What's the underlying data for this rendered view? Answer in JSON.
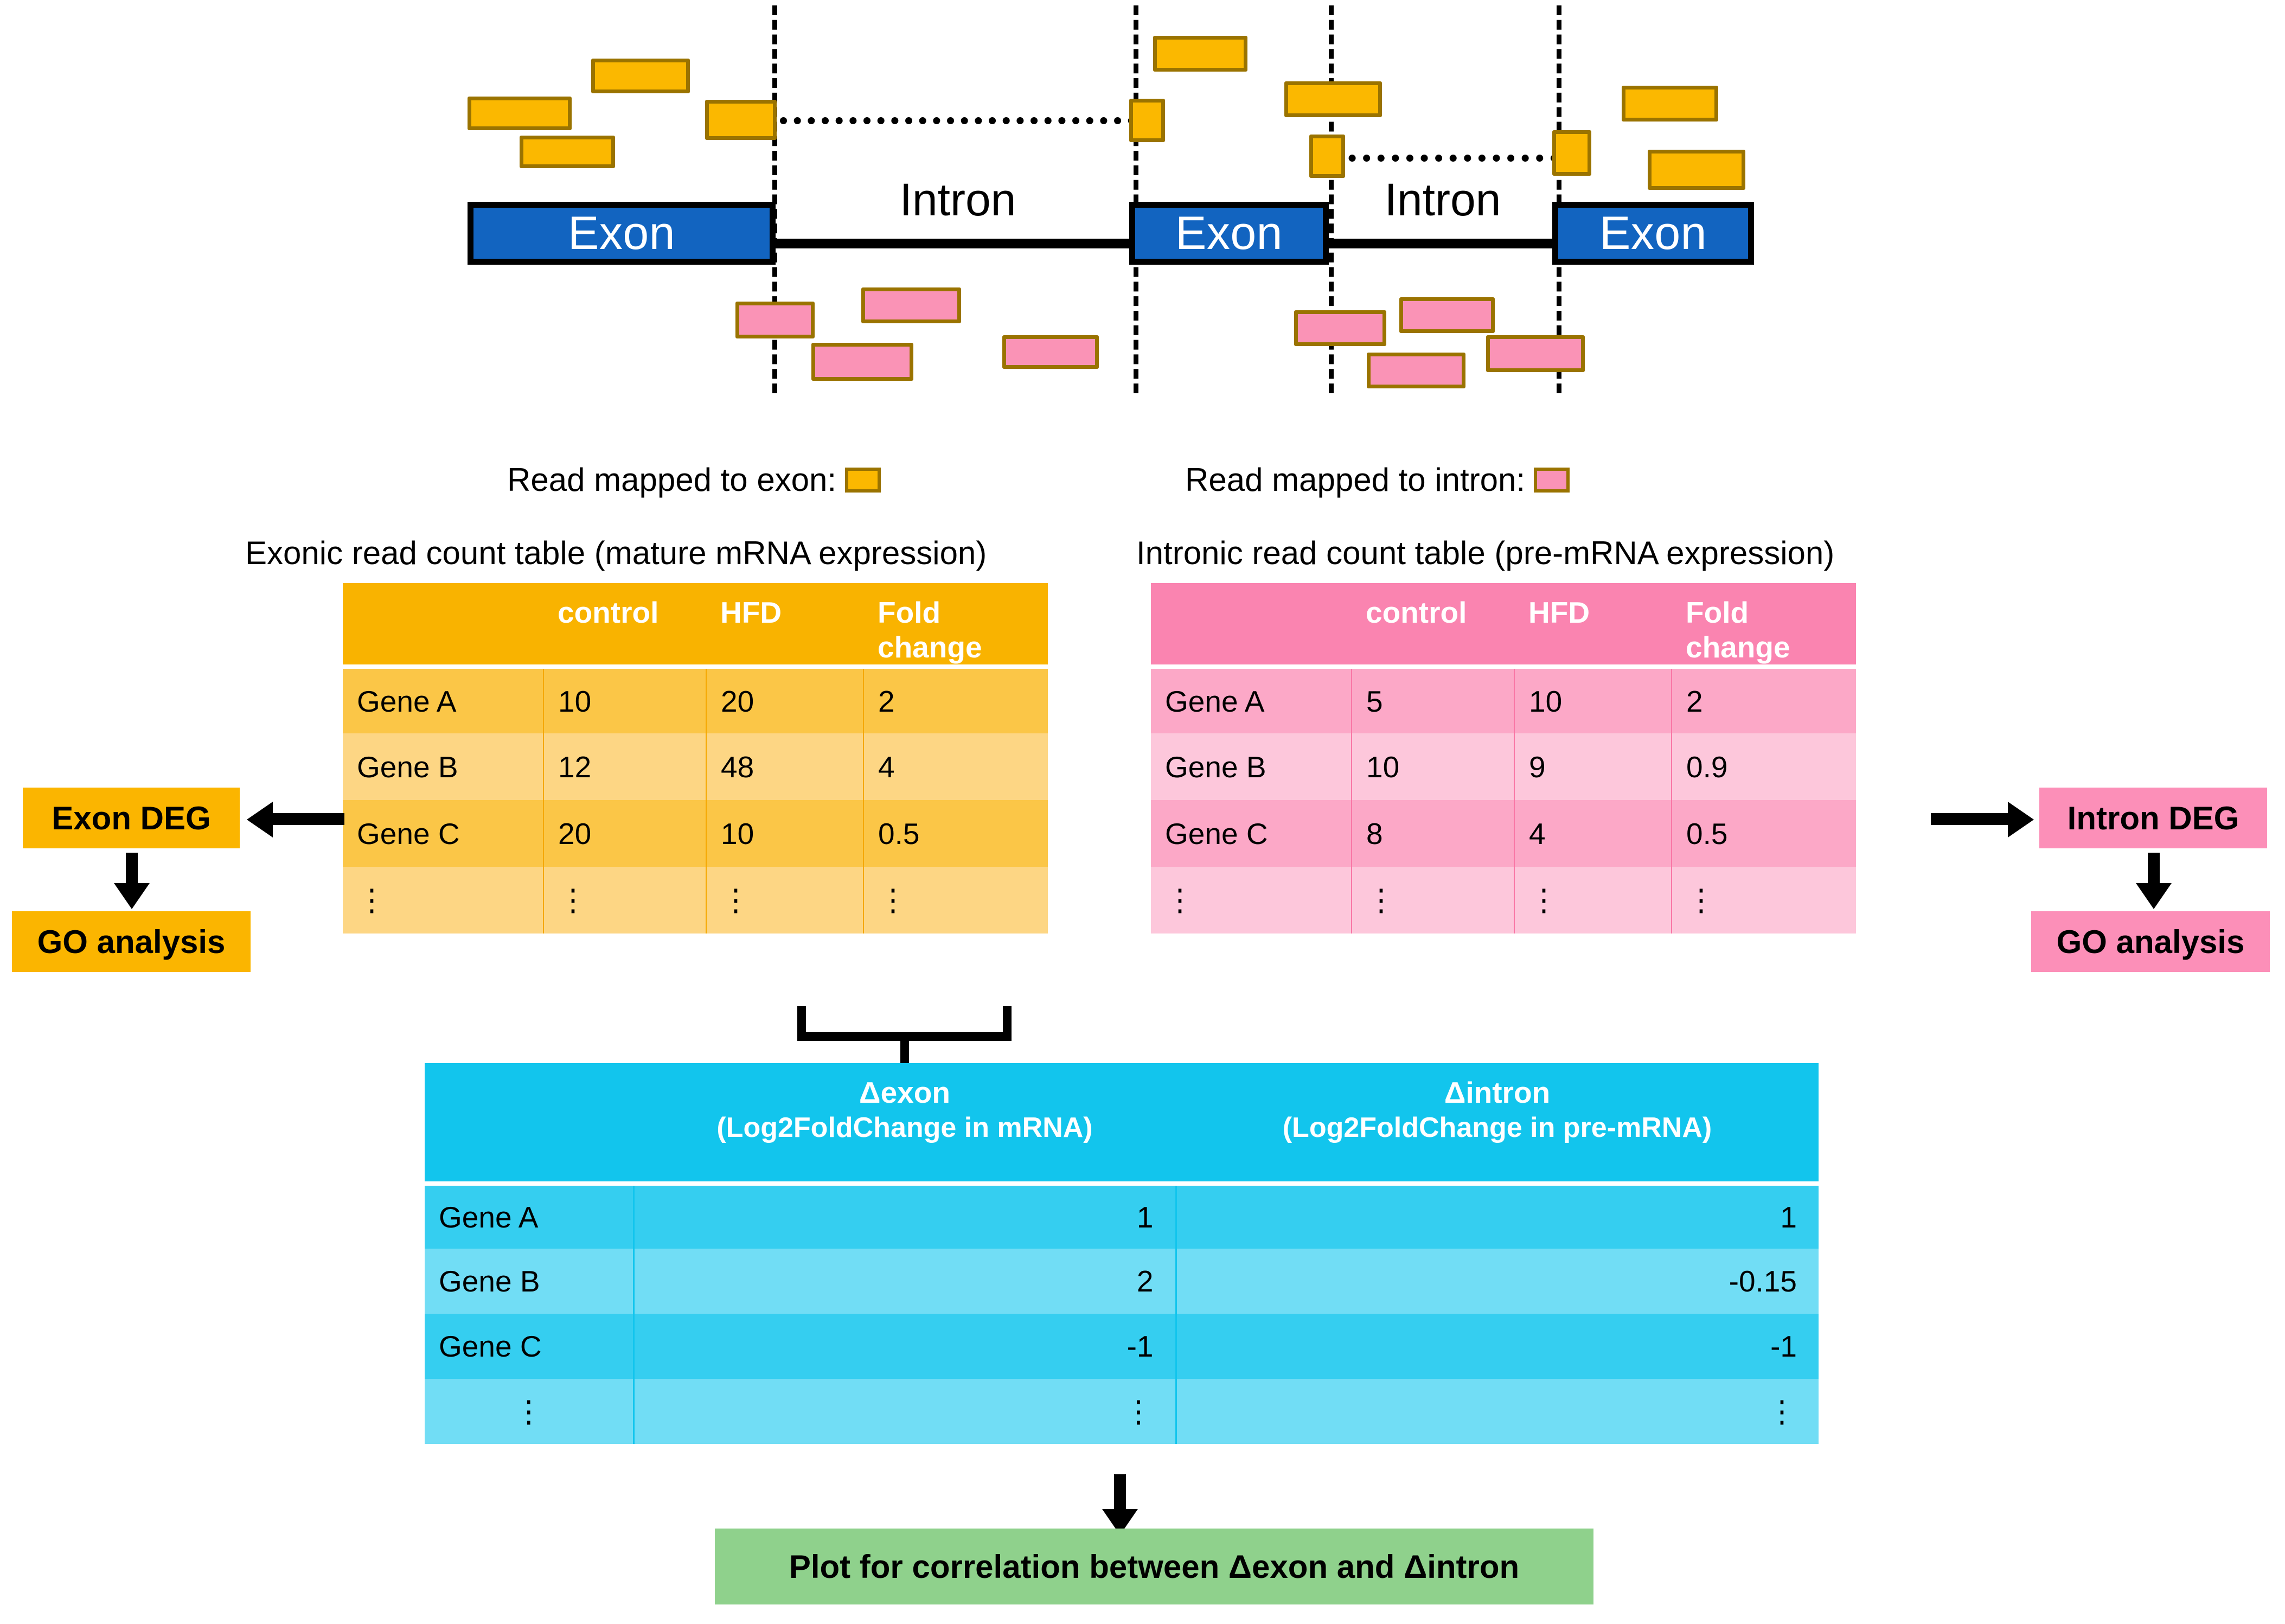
{
  "gene_model": {
    "exon_label": "Exon",
    "intron_label": "Intron",
    "exons": [
      {
        "label": "Exon"
      },
      {
        "label": "Exon"
      },
      {
        "label": "Exon"
      }
    ],
    "introns": [
      {
        "label": "Intron"
      },
      {
        "label": "Intron"
      }
    ]
  },
  "legend": {
    "exon_read": "Read mapped to exon:",
    "intron_read": "Read mapped to intron:"
  },
  "exon_table": {
    "caption": "Exonic read count table (mature mRNA expression)",
    "columns": [
      "",
      "control",
      "HFD",
      "Fold change"
    ],
    "rows": [
      {
        "gene": "Gene A",
        "control": "10",
        "hfd": "20",
        "fold_change": "2"
      },
      {
        "gene": "Gene B",
        "control": "12",
        "hfd": "48",
        "fold_change": "4"
      },
      {
        "gene": "Gene C",
        "control": "20",
        "hfd": "10",
        "fold_change": "0.5"
      },
      {
        "gene": "⋮",
        "control": "⋮",
        "hfd": "⋮",
        "fold_change": "⋮"
      }
    ]
  },
  "intron_table": {
    "caption": "Intronic read count table (pre-mRNA expression)",
    "columns": [
      "",
      "control",
      "HFD",
      "Fold change"
    ],
    "rows": [
      {
        "gene": "Gene A",
        "control": "5",
        "hfd": "10",
        "fold_change": "2"
      },
      {
        "gene": "Gene B",
        "control": "10",
        "hfd": "9",
        "fold_change": "0.9"
      },
      {
        "gene": "Gene C",
        "control": "8",
        "hfd": "4",
        "fold_change": "0.5"
      },
      {
        "gene": "⋮",
        "control": "⋮",
        "hfd": "⋮",
        "fold_change": "⋮"
      }
    ]
  },
  "delta_table": {
    "columns": [
      "",
      "Δexon",
      "Δintron"
    ],
    "col_sub": [
      "",
      "(Log2FoldChange in mRNA)",
      "(Log2FoldChange in pre-mRNA)"
    ],
    "rows": [
      {
        "gene": "Gene A",
        "delta_exon": "1",
        "delta_intron": "1"
      },
      {
        "gene": "Gene B",
        "delta_exon": "2",
        "delta_intron": "-0.15"
      },
      {
        "gene": "Gene C",
        "delta_exon": "-1",
        "delta_intron": "-1"
      },
      {
        "gene": "⋮",
        "delta_exon": "⋮",
        "delta_intron": "⋮"
      }
    ]
  },
  "flow": {
    "exon_deg": "Exon DEG",
    "exon_go": "GO analysis",
    "intron_deg": "Intron DEG",
    "intron_go": "GO analysis",
    "plot": "Plot for correlation between Δexon and Δintron"
  },
  "colors": {
    "exon_fill": "#1264C0",
    "exon_read": "#FBB800",
    "intron_read": "#FA93B6",
    "read_border": "#9A7300",
    "orange_header": "#F9B300",
    "pink_header": "#FA84B0",
    "blue_header": "#12C5ED",
    "green_box": "#8FD18C"
  }
}
